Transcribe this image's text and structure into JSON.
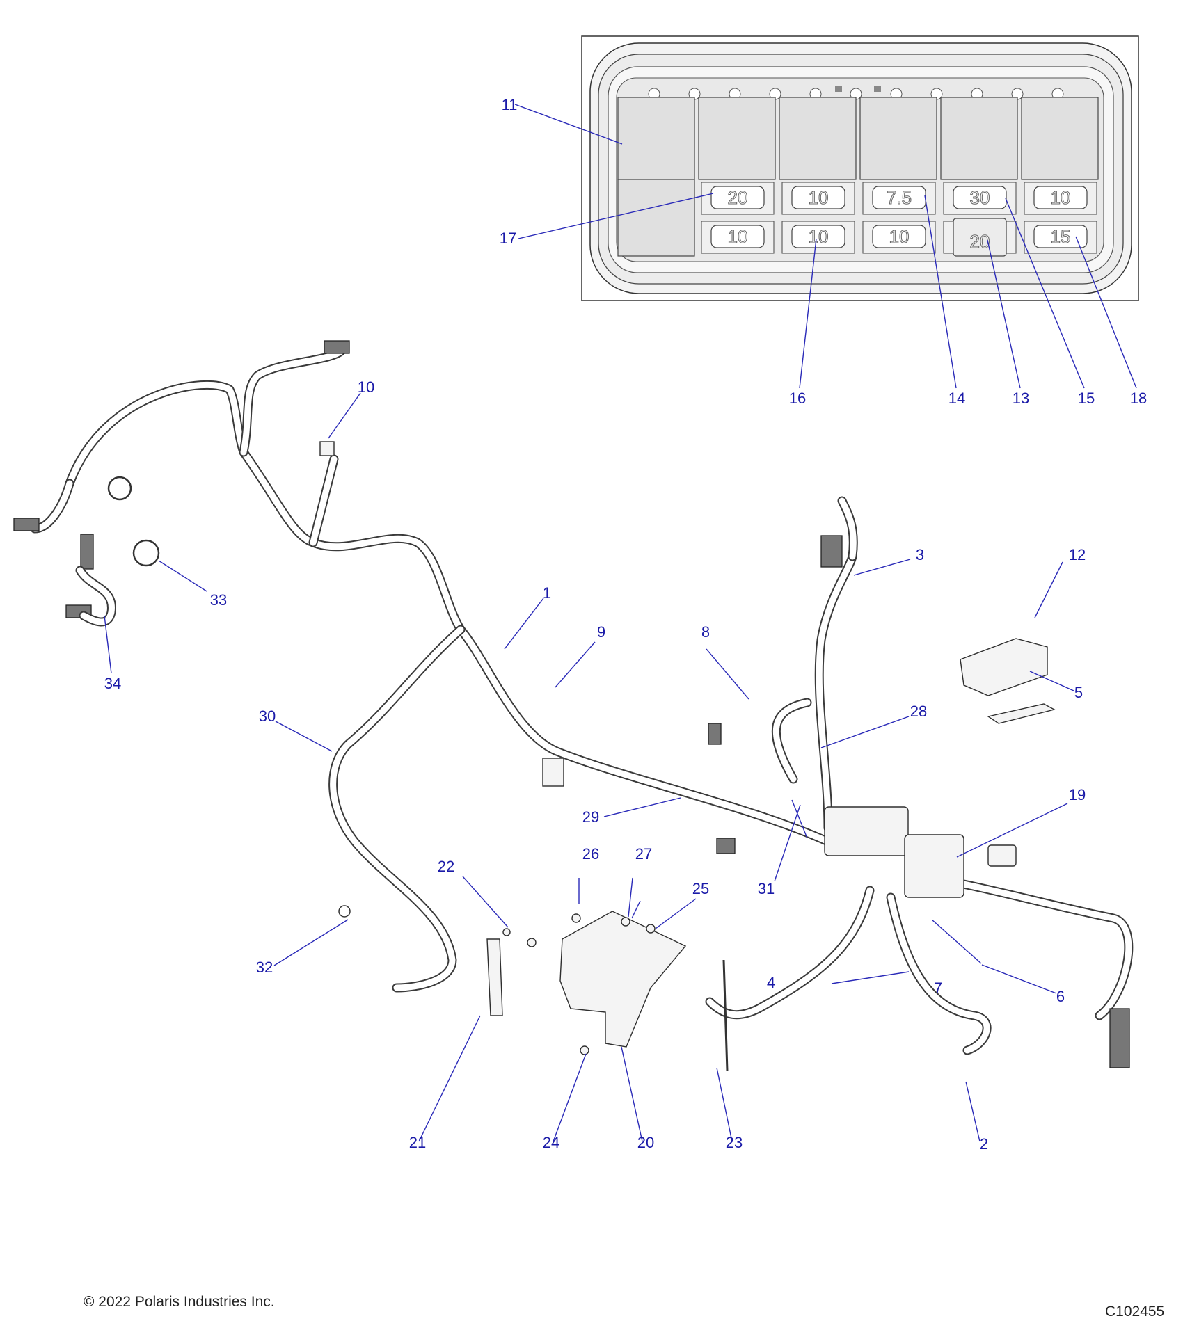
{
  "callouts": [
    {
      "id": "c1",
      "label": "1"
    },
    {
      "id": "c2",
      "label": "2"
    },
    {
      "id": "c3",
      "label": "3"
    },
    {
      "id": "c4",
      "label": "4"
    },
    {
      "id": "c5",
      "label": "5"
    },
    {
      "id": "c6",
      "label": "6"
    },
    {
      "id": "c7",
      "label": "7"
    },
    {
      "id": "c8",
      "label": "8"
    },
    {
      "id": "c9",
      "label": "9"
    },
    {
      "id": "c10",
      "label": "10"
    },
    {
      "id": "c11",
      "label": "11"
    },
    {
      "id": "c12",
      "label": "12"
    },
    {
      "id": "c13",
      "label": "13"
    },
    {
      "id": "c14",
      "label": "14"
    },
    {
      "id": "c15",
      "label": "15"
    },
    {
      "id": "c16",
      "label": "16"
    },
    {
      "id": "c17",
      "label": "17"
    },
    {
      "id": "c18",
      "label": "18"
    },
    {
      "id": "c19",
      "label": "19"
    },
    {
      "id": "c20",
      "label": "20"
    },
    {
      "id": "c21",
      "label": "21"
    },
    {
      "id": "c22",
      "label": "22"
    },
    {
      "id": "c23",
      "label": "23"
    },
    {
      "id": "c24",
      "label": "24"
    },
    {
      "id": "c25",
      "label": "25"
    },
    {
      "id": "c26",
      "label": "26"
    },
    {
      "id": "c27",
      "label": "27"
    },
    {
      "id": "c28",
      "label": "28"
    },
    {
      "id": "c29",
      "label": "29"
    },
    {
      "id": "c30",
      "label": "30"
    },
    {
      "id": "c31",
      "label": "31"
    },
    {
      "id": "c32",
      "label": "32"
    },
    {
      "id": "c33",
      "label": "33"
    },
    {
      "id": "c34",
      "label": "34"
    }
  ],
  "fuse_box": {
    "top_row": [
      "20",
      "10",
      "7.5",
      "30",
      "10"
    ],
    "bottom_row": [
      "10",
      "10",
      "10",
      "20",
      "15"
    ]
  },
  "footer": {
    "copyright": "© 2022 Polaris Industries Inc.",
    "figure_id": "C102455"
  },
  "colors": {
    "callout": "#1a1aa8",
    "leader": "#2a2ab8",
    "line_art": "#333333"
  }
}
